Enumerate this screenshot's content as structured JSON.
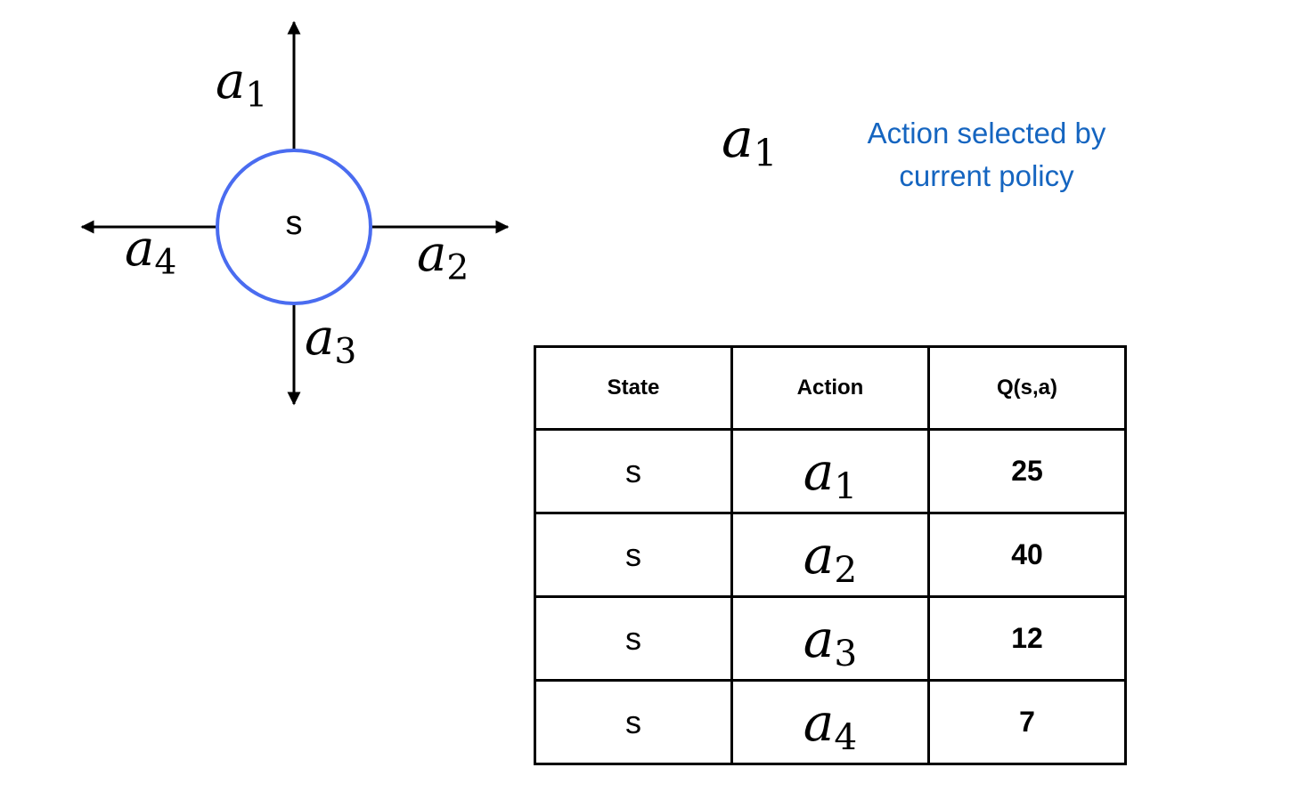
{
  "diagram": {
    "state": "s",
    "actions": {
      "up": {
        "symbol": "a",
        "index": "1"
      },
      "right": {
        "symbol": "a",
        "index": "2"
      },
      "down": {
        "symbol": "a",
        "index": "3"
      },
      "left": {
        "symbol": "a",
        "index": "4"
      }
    },
    "colors": {
      "state_circle": "#4a6cf0",
      "arrows": "#000000"
    }
  },
  "selected_action": {
    "symbol": "a",
    "index": "1"
  },
  "policy_note": {
    "line1": "Action selected by",
    "line2": "current policy",
    "color": "#1565c0"
  },
  "table": {
    "headers": [
      "State",
      "Action",
      "Q(s,a)"
    ],
    "rows": [
      {
        "state": "s",
        "action_symbol": "a",
        "action_index": "1",
        "q": "25"
      },
      {
        "state": "s",
        "action_symbol": "a",
        "action_index": "2",
        "q": "40"
      },
      {
        "state": "s",
        "action_symbol": "a",
        "action_index": "3",
        "q": "12"
      },
      {
        "state": "s",
        "action_symbol": "a",
        "action_index": "4",
        "q": "7"
      }
    ]
  }
}
